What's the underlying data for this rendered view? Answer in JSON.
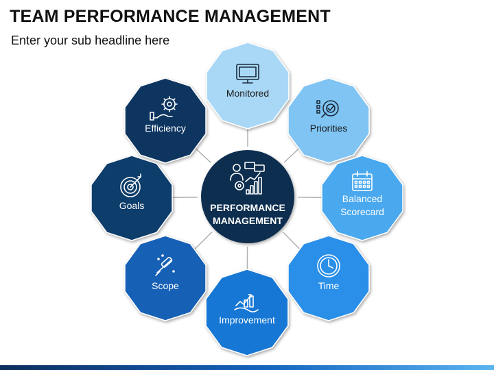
{
  "header": {
    "title": "TEAM PERFORMANCE MANAGEMENT",
    "subtitle": "Enter your sub headline here"
  },
  "center": {
    "line1": "PERFORMANCE",
    "line2": "MANAGEMENT",
    "fill": "#0f2e4f",
    "icon": "team-analytics-icon"
  },
  "nodes": [
    {
      "id": "monitored",
      "lines": [
        "Monitored"
      ],
      "icon": "monitor-icon",
      "fill": "#a9d8f7",
      "text_color": "#1a1a1a"
    },
    {
      "id": "priorities",
      "lines": [
        "Priorities"
      ],
      "icon": "checklist-icon",
      "fill": "#7fc4f3",
      "text_color": "#1a1a1a"
    },
    {
      "id": "balanced-scorecard",
      "lines": [
        "Balanced",
        "Scorecard"
      ],
      "icon": "calendar-icon",
      "fill": "#4aa8ee",
      "text_color": "#ffffff"
    },
    {
      "id": "time",
      "lines": [
        "Time"
      ],
      "icon": "clock-icon",
      "fill": "#2c8fe8",
      "text_color": "#ffffff"
    },
    {
      "id": "improvement",
      "lines": [
        "Improvement"
      ],
      "icon": "growth-icon",
      "fill": "#1877d4",
      "text_color": "#ffffff"
    },
    {
      "id": "scope",
      "lines": [
        "Scope"
      ],
      "icon": "telescope-icon",
      "fill": "#1560b5",
      "text_color": "#ffffff"
    },
    {
      "id": "goals",
      "lines": [
        "Goals"
      ],
      "icon": "target-icon",
      "fill": "#0f3d6b",
      "text_color": "#ffffff"
    },
    {
      "id": "efficiency",
      "lines": [
        "Efficiency"
      ],
      "icon": "gear-hand-icon",
      "fill": "#0f3460",
      "text_color": "#ffffff"
    }
  ],
  "colors": {
    "connector": "#b0b0b0",
    "bar_dark": "#0d2d5e",
    "bar_light": "#5ab4f0"
  }
}
